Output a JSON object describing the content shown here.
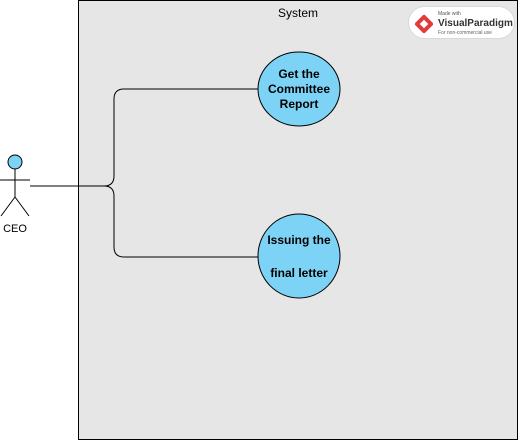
{
  "system": {
    "title": "System"
  },
  "actor": {
    "name": "CEO"
  },
  "use_cases": [
    {
      "lines": [
        "Get the",
        "Committee",
        "Report"
      ]
    },
    {
      "lines": [
        "Issuing the",
        "final letter"
      ]
    }
  ],
  "watermark": {
    "made_with": "Made with",
    "brand": "VisualParadigm",
    "note": "For non-commercial use"
  },
  "colors": {
    "usecase_fill": "#7dd3f5",
    "system_fill": "#e6e6e6",
    "actor_head_fill": "#7dd3f5",
    "line": "#000000",
    "brand_red": "#e03b3b"
  }
}
